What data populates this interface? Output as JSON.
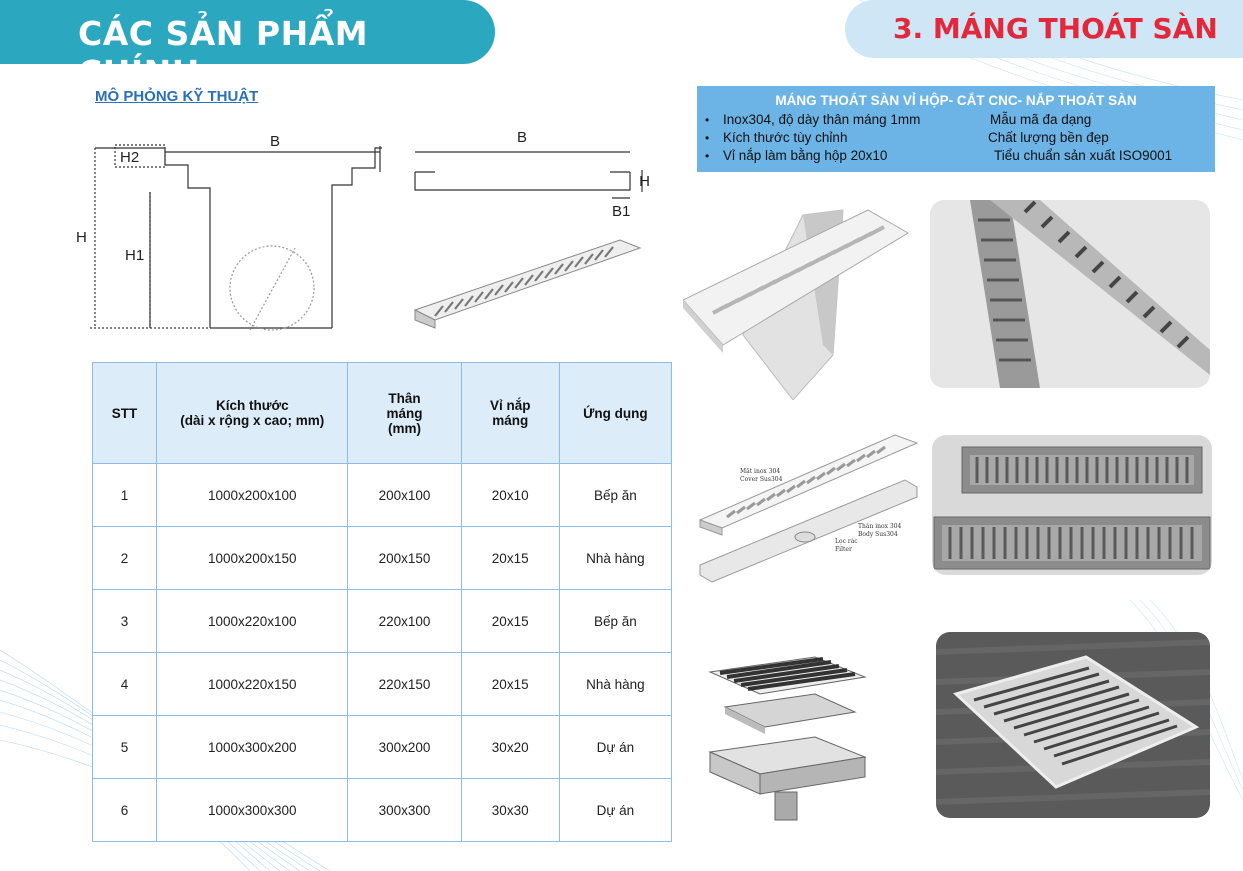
{
  "header": {
    "left_title": "CÁC SẢN PHẨM CHÍNH",
    "right_title": "3. MÁNG THOÁT SÀN"
  },
  "simulation": {
    "title": "MÔ PHỎNG KỸ THUẬT",
    "labels": {
      "B": "B",
      "H2": "H2",
      "H": "H",
      "H1": "H1",
      "B_right": "B",
      "H_right": "H",
      "B1": "B1"
    }
  },
  "spec_box": {
    "title": "MÁNG THOÁT SÀN VỈ HỘP- CẮT CNC- NẮP THOÁT SÀN",
    "left_items": [
      "Inox304, độ dày thân máng 1mm",
      "Kích thước tùy chỉnh",
      "Vỉ nắp làm bằng hộp 20x10"
    ],
    "right_items": [
      "Mẫu mã đa dạng",
      "Chất lượng bền đẹp",
      "Tiểu chuẩn sản xuất ISO9001"
    ]
  },
  "table": {
    "headers": [
      "STT",
      "Kích thước",
      "(dài x rộng x cao; mm)",
      "Thân",
      "máng",
      "(mm)",
      "Vỉ nắp",
      "máng",
      "Ứng dụng"
    ],
    "rows": [
      [
        "1",
        "1000x200x100",
        "200x100",
        "20x10",
        "Bếp ăn"
      ],
      [
        "2",
        "1000x200x150",
        "200x150",
        "20x15",
        "Nhà hàng"
      ],
      [
        "3",
        "1000x220x100",
        "220x100",
        "20x15",
        "Bếp ăn"
      ],
      [
        "4",
        "1000x220x150",
        "220x150",
        "20x15",
        "Nhà hàng"
      ],
      [
        "5",
        "1000x300x200",
        "300x200",
        "30x20",
        "Dự án"
      ],
      [
        "6",
        "1000x300x300",
        "300x300",
        "30x30",
        "Dự án"
      ]
    ]
  },
  "exploded_labels": {
    "top1": "Mặt inox 304",
    "top2": "Cover Sus304",
    "mid1": "Thân inox 304",
    "mid2": "Body Sus304",
    "low1": "Lọc rác",
    "low2": "Filter"
  },
  "colors": {
    "banner_left": "#2ba7c0",
    "banner_right_bg": "#cfe6f6",
    "banner_right_text": "#e2283a",
    "spec_box": "#6cb3e6",
    "table_header": "#ddecf9",
    "table_border": "#8dbde6"
  }
}
